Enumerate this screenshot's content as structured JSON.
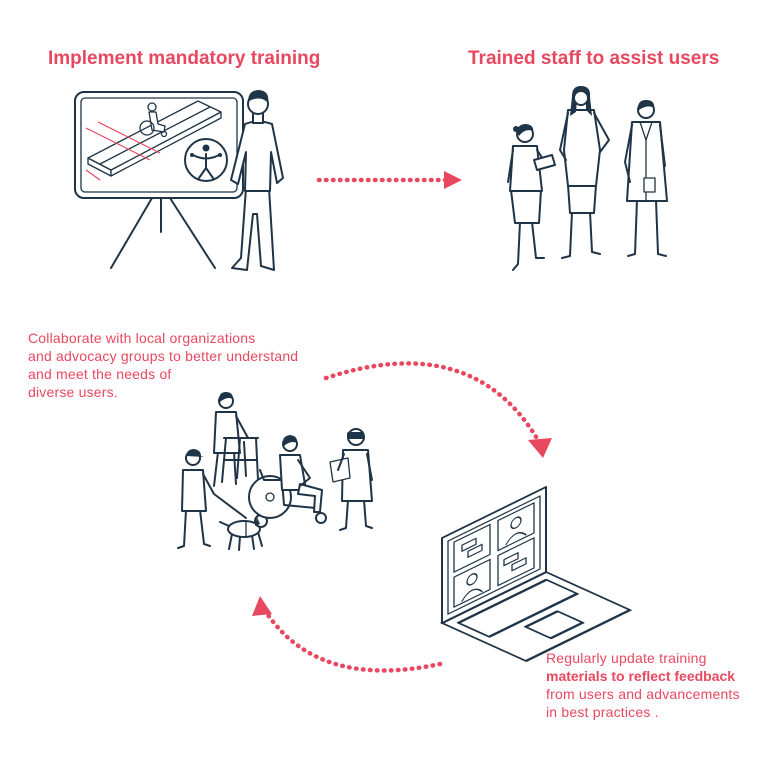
{
  "steps": [
    {
      "title": "Implement mandatory training"
    },
    {
      "title": "Trained staff to assist users"
    }
  ],
  "collaborate": {
    "lines": [
      "Collaborate with local organizations",
      "and advocacy groups to better understand",
      "and meet the needs of",
      "diverse users."
    ]
  },
  "update": {
    "lines": [
      "Regularly update training",
      "materials to reflect feedback",
      "from users and advancements",
      "in best practices ."
    ]
  },
  "icons": [
    "universal-access-icon",
    "wheelchair-icon",
    "laptop-icon",
    "arrow-right-icon",
    "arrow-curved-icon"
  ],
  "colors": {
    "accent": "#e8485f",
    "ink": "#1f3447",
    "background": "#ffffff"
  }
}
